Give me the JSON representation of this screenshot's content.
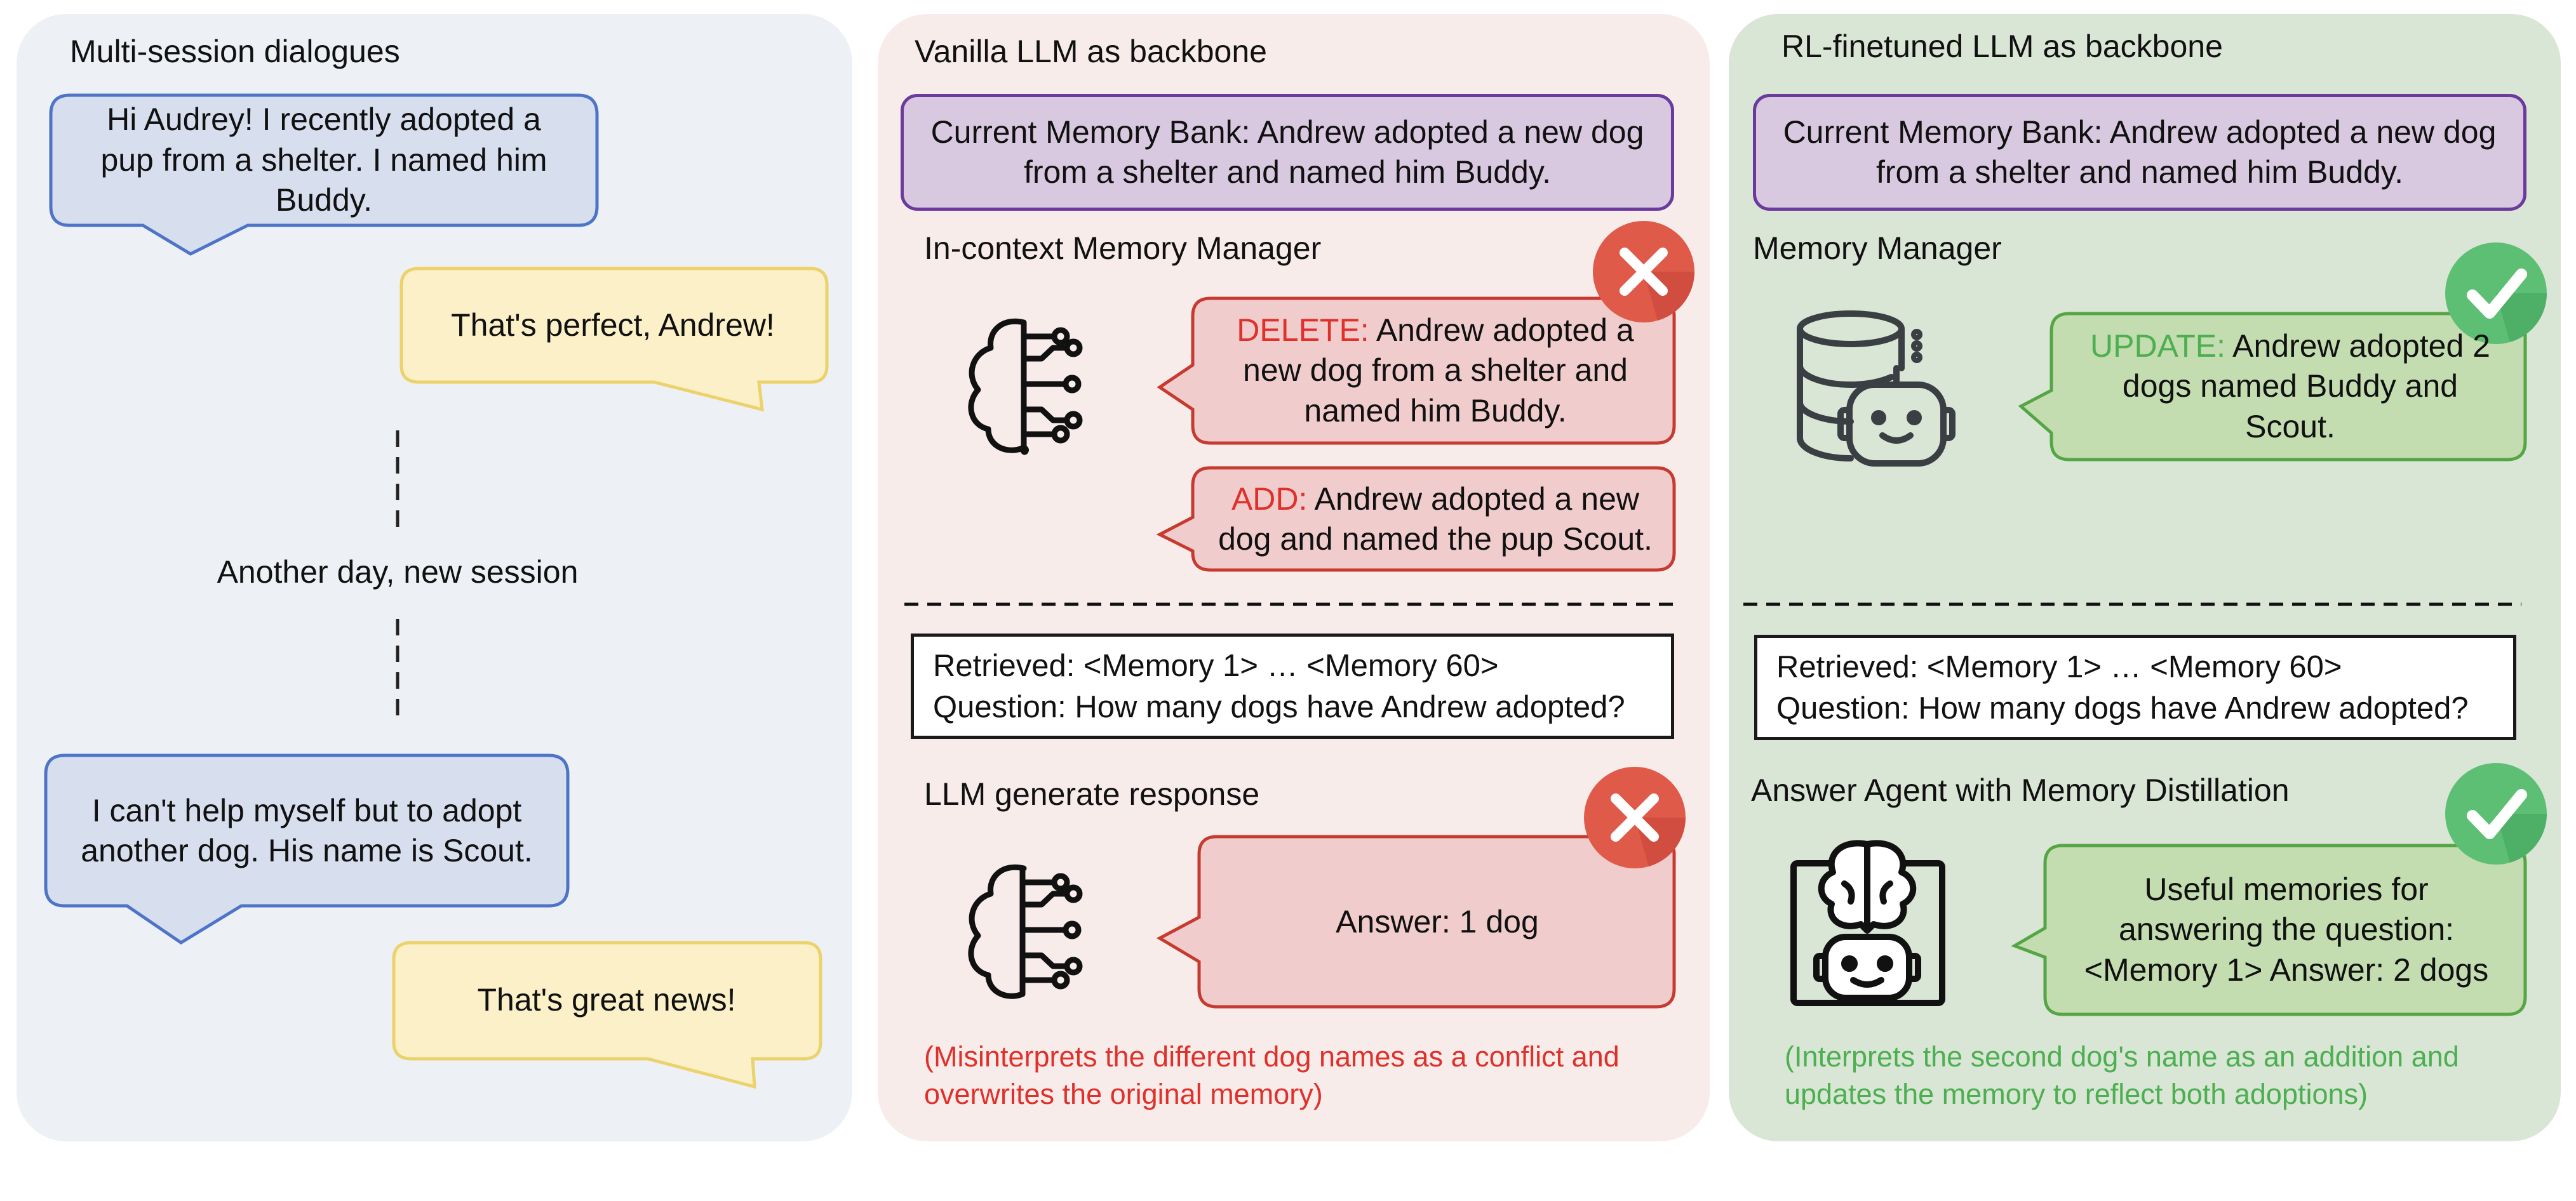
{
  "panels": {
    "dialogue": {
      "title": "Multi-session dialogues",
      "user_msg_1": "Hi Audrey! I recently adopted a pup from a shelter. I named him Buddy.",
      "reply_1": "That's perfect, Andrew!",
      "separator": "Another day, new session",
      "user_msg_2": "I can't help myself but to adopt another dog. His name is Scout.",
      "reply_2": "That's great news!"
    },
    "vanilla": {
      "title": "Vanilla LLM as backbone",
      "memory_bank": "Current Memory Bank: Andrew adopted a new dog from a shelter and named him Buddy.",
      "manager_label": "In-context Memory Manager",
      "op1_tag": "DELETE:",
      "op1_text": " Andrew adopted a new dog from a shelter and named him Buddy.",
      "op2_tag": "ADD:",
      "op2_text": " Andrew adopted a new dog and named the pup Scout.",
      "retrieved": "Retrieved: <Memory 1> … <Memory 60>",
      "question": "Question: How many dogs have Andrew adopted?",
      "response_label": "LLM generate response",
      "answer": "Answer: 1 dog",
      "note": "(Misinterprets the different dog names as a conflict and overwrites the original memory)",
      "icon_1": "brain-circuit-icon",
      "icon_2": "brain-circuit-icon",
      "status_icon": "red-x-icon"
    },
    "rl": {
      "title": "RL-finetuned LLM as backbone",
      "memory_bank": "Current Memory Bank: Andrew adopted a new dog from a shelter and named him Buddy.",
      "manager_label": "Memory Manager",
      "op_tag": "UPDATE:",
      "op_text": " Andrew adopted 2 dogs named Buddy and Scout.",
      "retrieved": "Retrieved: <Memory 1> … <Memory 60>",
      "question": "Question: How many dogs have Andrew adopted?",
      "agent_label": "Answer Agent with Memory Distillation",
      "answer": "Useful memories for answering the question: <Memory 1> Answer: 2 dogs",
      "note": "(Interprets the second dog's name as an addition and updates the memory to reflect both adoptions)",
      "icon_1": "database-robot-icon",
      "icon_2": "robot-brain-icon",
      "status_icon": "green-check-icon"
    }
  },
  "colors": {
    "panel1_bg": "#edf0f5",
    "panel2_bg": "#f8ecea",
    "panel3_bg": "#d9e5d5",
    "blue_fill": "#d7dfef",
    "blue_stroke": "#4e74c7",
    "yellow_fill": "#fbf0c8",
    "yellow_stroke": "#ecd26a",
    "purple_fill": "#d8c9e0",
    "purple_stroke": "#6a3a9c",
    "red_fill": "#f1cccc",
    "red_stroke": "#c63a2f",
    "red_text": "#e0302a",
    "green_fill": "#c3dcb0",
    "green_stroke": "#54a544",
    "green_text": "#4caf50",
    "x_badge": "#e05a4a",
    "check_badge": "#5cbf74"
  }
}
